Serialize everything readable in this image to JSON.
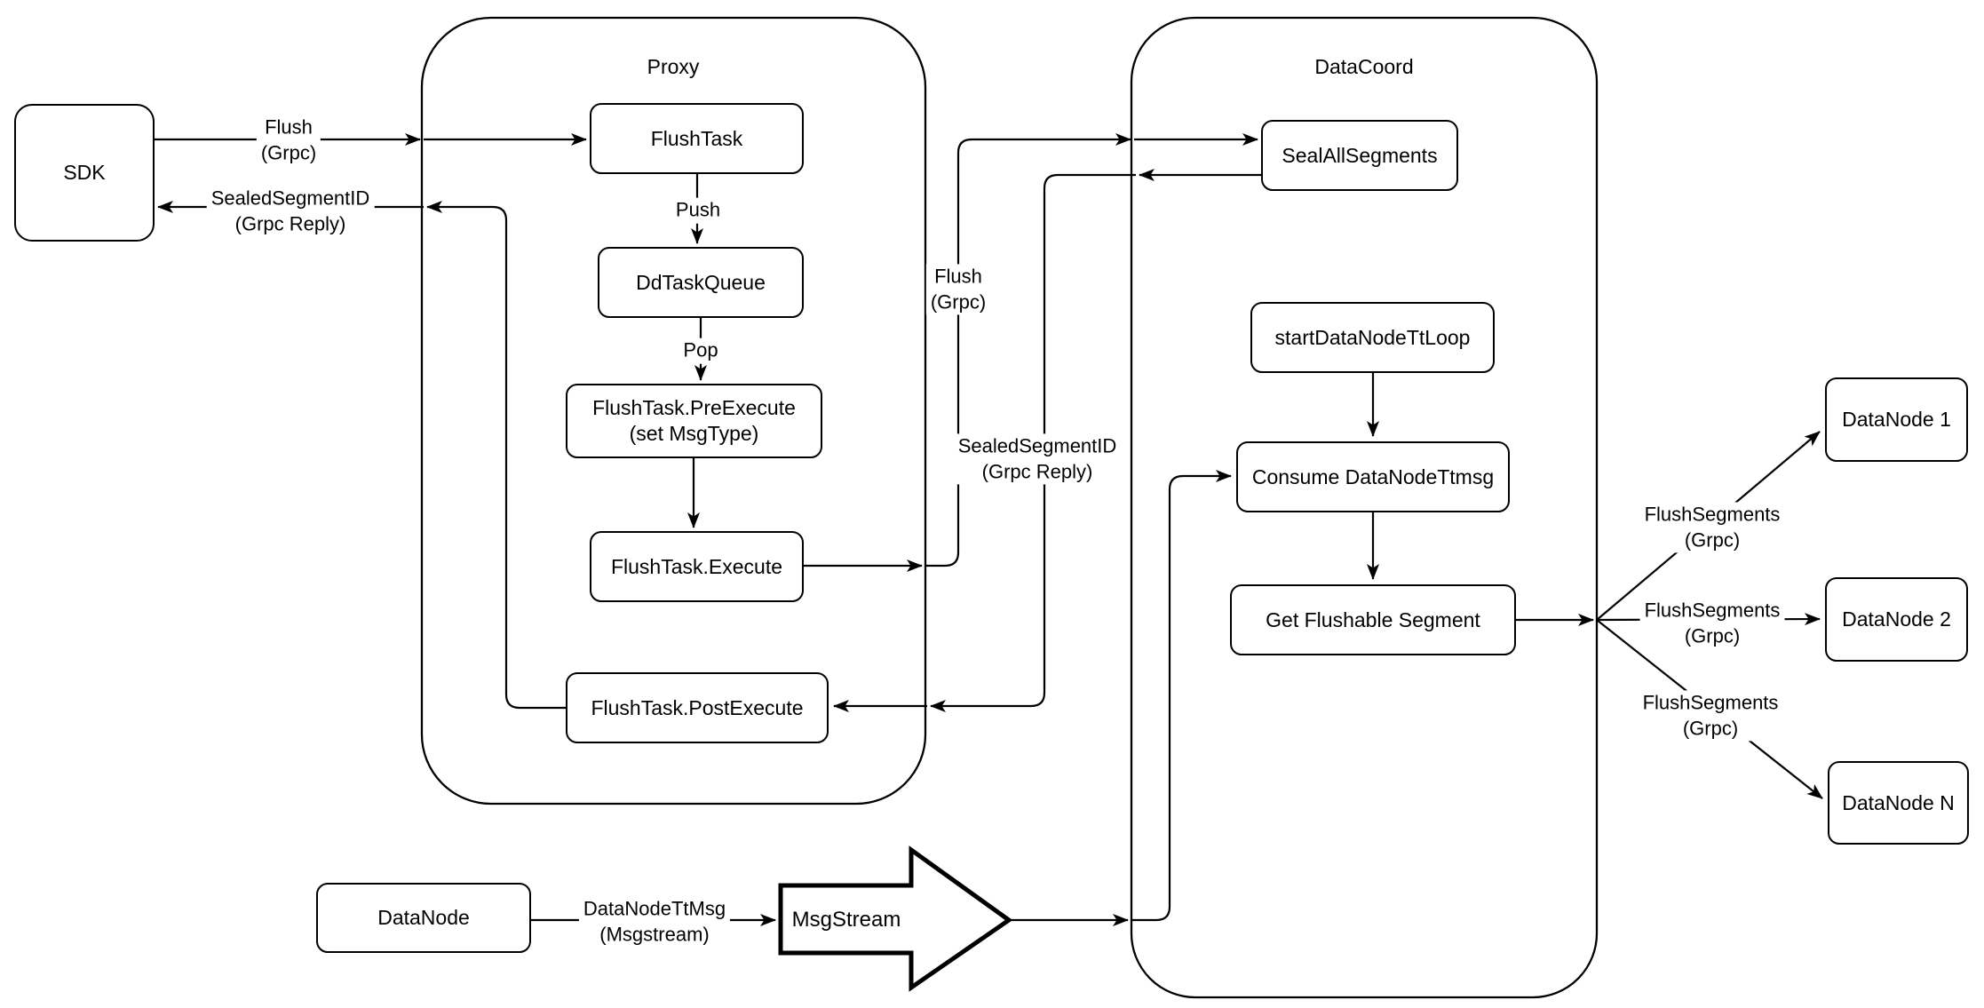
{
  "colors": {
    "stroke": "#000000",
    "background": "#ffffff"
  },
  "containers": {
    "proxy": {
      "title": "Proxy"
    },
    "datacoord": {
      "title": "DataCoord"
    }
  },
  "nodes": {
    "sdk": {
      "label": "SDK"
    },
    "flush_task": {
      "label": "FlushTask"
    },
    "dd_task_queue": {
      "label": "DdTaskQueue"
    },
    "pre_execute": {
      "line1": "FlushTask.PreExecute",
      "line2": "(set MsgType)"
    },
    "execute": {
      "label": "FlushTask.Execute"
    },
    "post_execute": {
      "label": "FlushTask.PostExecute"
    },
    "seal_all": {
      "label": "SealAllSegments"
    },
    "start_tt_loop": {
      "label": "startDataNodeTtLoop"
    },
    "consume_ttmsg": {
      "label": "Consume DataNodeTtmsg"
    },
    "get_flushable": {
      "label": "Get Flushable Segment"
    },
    "datanode_1": {
      "label": "DataNode 1"
    },
    "datanode_2": {
      "label": "DataNode 2"
    },
    "datanode_n": {
      "label": "DataNode N"
    },
    "datanode": {
      "label": "DataNode"
    },
    "msgstream": {
      "label": "MsgStream"
    }
  },
  "edge_labels": {
    "flush_request": {
      "line1": "Flush",
      "line2": "(Grpc)"
    },
    "sealed_reply": {
      "line1": "SealedSegmentID",
      "line2": "(Grpc Reply)"
    },
    "push": {
      "text": "Push"
    },
    "pop": {
      "text": "Pop"
    },
    "flush_grpc_mid": {
      "line1": "Flush",
      "line2": "(Grpc)"
    },
    "sealed_reply_mid": {
      "line1": "SealedSegmentID",
      "line2": "(Grpc Reply)"
    },
    "datanode_ttmsg": {
      "line1": "DataNodeTtMsg",
      "line2": "(Msgstream)"
    },
    "flush_segments_1": {
      "line1": "FlushSegments",
      "line2": "(Grpc)"
    },
    "flush_segments_2": {
      "line1": "FlushSegments",
      "line2": "(Grpc)"
    },
    "flush_segments_3": {
      "line1": "FlushSegments",
      "line2": "(Grpc)"
    }
  }
}
